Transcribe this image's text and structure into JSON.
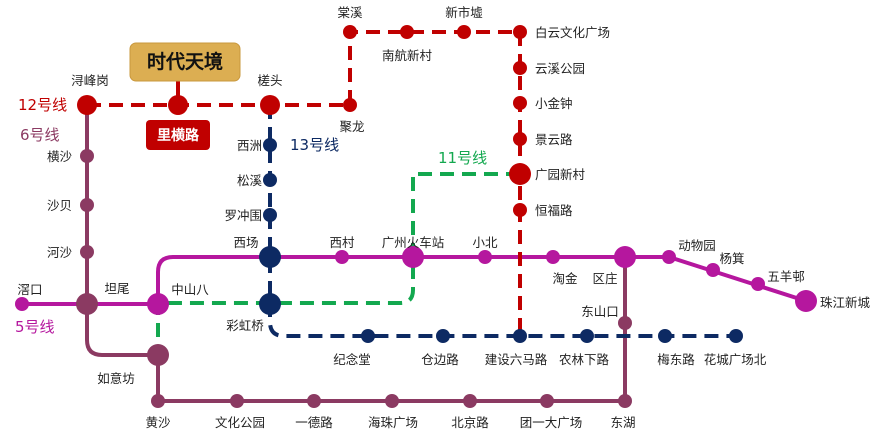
{
  "callout": {
    "title": "时代天境",
    "station": "里横路"
  },
  "lines": {
    "l12": {
      "label": "12号线",
      "color": "#c00000"
    },
    "l6": {
      "label": "6号线",
      "color": "#8b3a62"
    },
    "l13": {
      "label": "13号线",
      "color": "#0d2a63"
    },
    "l11": {
      "label": "11号线",
      "color": "#13a84f"
    },
    "l5": {
      "label": "5号线",
      "color": "#b5179e"
    }
  },
  "colors": {
    "callout_bg": "#dcae52",
    "callout_station_bg": "#c00000"
  },
  "stations": [
    "浔峰岗",
    "里横路",
    "槎头",
    "聚龙",
    "棠溪",
    "南航新村",
    "新市墟",
    "白云文化广场",
    "云溪公园",
    "小金钟",
    "景云路",
    "广园新村",
    "恒福路",
    "西洲",
    "松溪",
    "罗冲围",
    "西场",
    "彩虹桥",
    "纪念堂",
    "仓边路",
    "建设六马路",
    "农林下路",
    "梅东路",
    "花城广场北",
    "横沙",
    "沙贝",
    "河沙",
    "坦尾",
    "如意坊",
    "黄沙",
    "文化公园",
    "一德路",
    "海珠广场",
    "北京路",
    "团一大广场",
    "东湖",
    "东山口",
    "区庄",
    "滘口",
    "中山八",
    "西村",
    "广州火车站",
    "小北",
    "淘金",
    "动物园",
    "杨箕",
    "五羊邨",
    "珠江新城"
  ]
}
